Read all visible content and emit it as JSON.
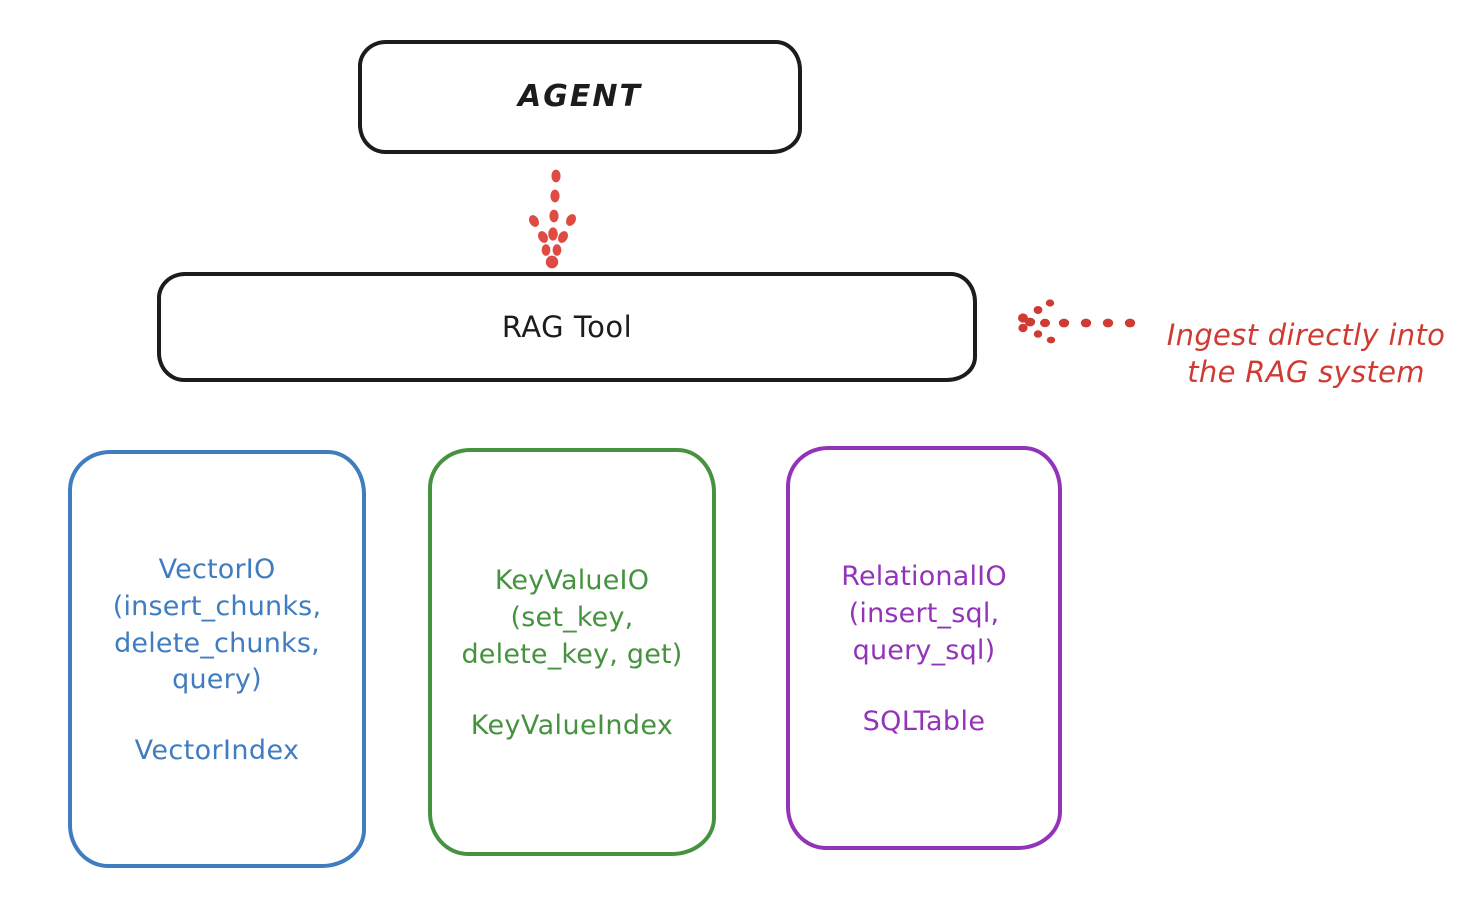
{
  "diagram": {
    "title_node": {
      "label": "AGENT"
    },
    "tool_node": {
      "label": "RAG Tool"
    },
    "annotation": {
      "text": "Ingest directly into\nthe RAG system",
      "color": "#cf3b33",
      "arrow": "dotted-arrow-left-icon"
    },
    "connector": {
      "name": "dotted-arrow-down-icon",
      "color": "#cf3b33",
      "from": "AGENT",
      "to": "RAG Tool"
    },
    "stores": [
      {
        "id": "vector",
        "io_label": "VectorIO\n(insert_chunks,\ndelete_chunks,\nquery)",
        "index_label": "VectorIndex",
        "color": "#3f7cc0"
      },
      {
        "id": "keyvalue",
        "io_label": "KeyValueIO\n(set_key,\ndelete_key, get)",
        "index_label": "KeyValueIndex",
        "color": "#45923f"
      },
      {
        "id": "relational",
        "io_label": "RelationalIO\n(insert_sql,\nquery_sql)",
        "index_label": "SQLTable",
        "color": "#9334b8"
      }
    ]
  }
}
